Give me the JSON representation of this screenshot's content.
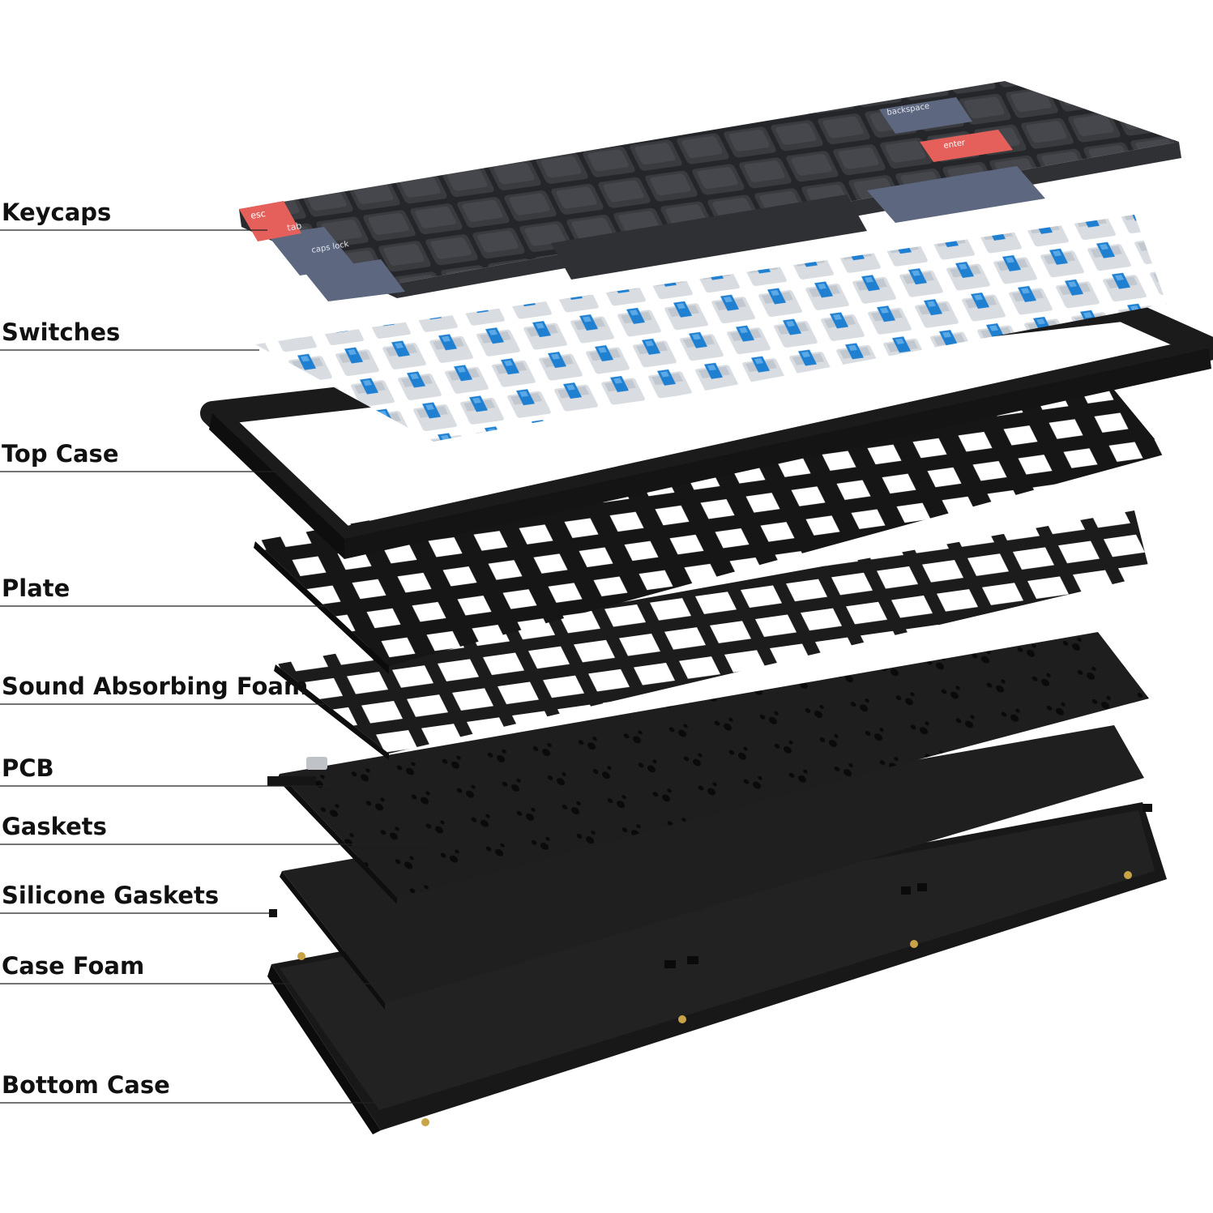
{
  "colors": {
    "background": "#ffffff",
    "label_text": "#111111",
    "leader_line": "#222222",
    "keycap_dark": "#3a3b3f",
    "keycap_gray": "#5d6880",
    "keycap_red": "#e5605a",
    "switch_stem": "#1f7fd0",
    "switch_housing": "#d9dde2",
    "metal_black": "#1b1b1b",
    "plate_black": "#161616",
    "foam_black": "#202020",
    "brass": "#c9a447"
  },
  "keycap_legends": {
    "esc": "esc",
    "tab": "tab",
    "caps": "caps lock",
    "backspace": "backspace",
    "enter": "enter"
  },
  "layers": [
    {
      "id": "keycaps",
      "label": "Keycaps"
    },
    {
      "id": "switches",
      "label": "Switches"
    },
    {
      "id": "top-case",
      "label": "Top Case"
    },
    {
      "id": "plate",
      "label": "Plate"
    },
    {
      "id": "sound-absorbing-foam",
      "label": "Sound Absorbing Foam"
    },
    {
      "id": "pcb",
      "label": "PCB"
    },
    {
      "id": "gaskets",
      "label": "Gaskets"
    },
    {
      "id": "silicone-gaskets",
      "label": "Silicone Gaskets"
    },
    {
      "id": "case-foam",
      "label": "Case Foam"
    },
    {
      "id": "bottom-case",
      "label": "Bottom Case"
    }
  ]
}
